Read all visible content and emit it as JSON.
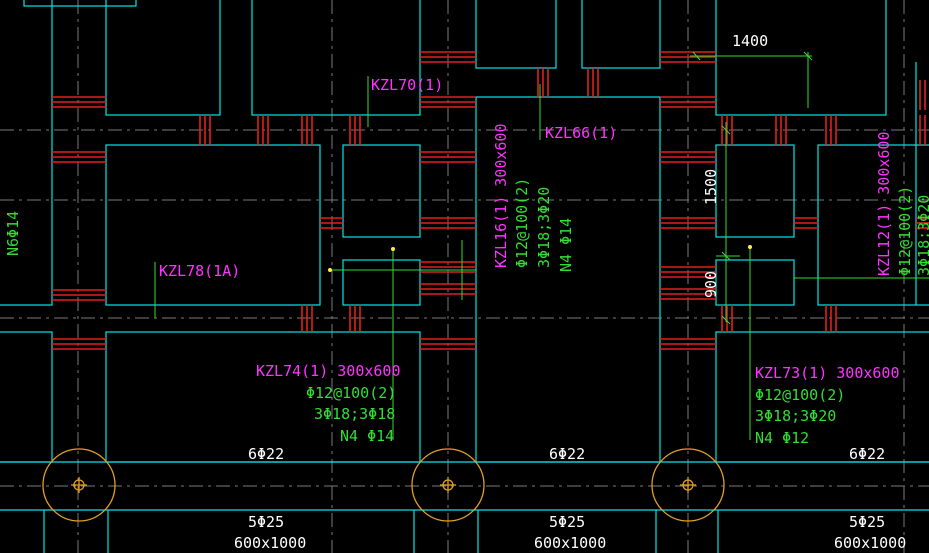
{
  "colors": {
    "background": "#000000",
    "beam_outline": "#00e5e5",
    "rebar_red": "#e02020",
    "leader_green": "#33dd33",
    "label_magenta": "#ff33ff",
    "pile_orange": "#e0a020",
    "axis_gray": "#808080",
    "text_white": "#ffffff"
  },
  "labels": {
    "kzl70": "KZL70(1)",
    "kzl66": "KZL66(1)",
    "kzl78": "KZL78(1A)",
    "kzl16": "KZL16(1) 300x600",
    "kzl16_s1": "Φ12@100(2)",
    "kzl16_s2": "3Φ18;3Φ20",
    "kzl16_s3": "N4 Φ14",
    "kzl12": "KZL12(1) 300x600",
    "kzl12_s1": "Φ12@100(2)",
    "kzl12_s2": "3Φ18;3Φ20",
    "n6": "N6Φ14",
    "kzl74": "KZL74(1) 300x600",
    "kzl74_s1": "Φ12@100(2)",
    "kzl74_s2": "3Φ18;3Φ18",
    "kzl74_s3": "N4 Φ14",
    "kzl73": "KZL73(1) 300x600",
    "kzl73_s1": "Φ12@100(2)",
    "kzl73_s2": "3Φ18;3Φ20",
    "kzl73_s3": "N4 Φ12"
  },
  "dimensions": {
    "d1400": "1400",
    "d1500": "1500",
    "d900": "900"
  },
  "footer": {
    "top_bar": "6Φ22",
    "bottom_bar": "5Φ25",
    "section": "600x1000"
  }
}
